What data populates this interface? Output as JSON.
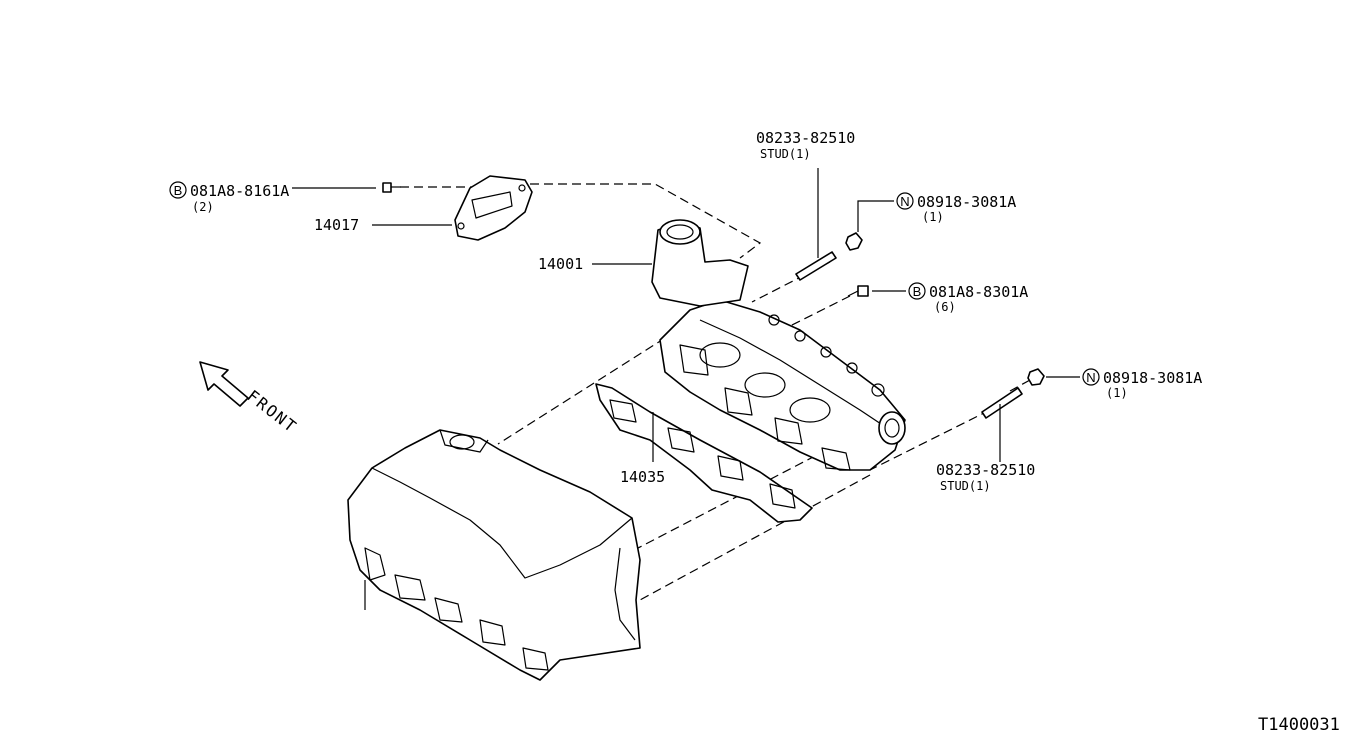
{
  "callouts": {
    "stud_top": {
      "part_no": "08233-82510",
      "desc": "STUD(1)"
    },
    "nut_top": {
      "badge": "N",
      "part_no": "08918-3081A",
      "qty": "(1)"
    },
    "bolt_right": {
      "badge": "B",
      "part_no": "081A8-8301A",
      "qty": "(6)"
    },
    "nut_right": {
      "badge": "N",
      "part_no": "08918-3081A",
      "qty": "(1)"
    },
    "stud_bottom": {
      "part_no": "08233-82510",
      "desc": "STUD(1)"
    },
    "bolt_left": {
      "badge": "B",
      "part_no": "081A8-8161A",
      "qty": "(2)"
    },
    "bracket": {
      "part_no": "14017"
    },
    "manifold": {
      "part_no": "14001"
    },
    "gasket": {
      "part_no": "14035"
    }
  },
  "front_label": "FRONT",
  "diagram_code": "T1400031"
}
